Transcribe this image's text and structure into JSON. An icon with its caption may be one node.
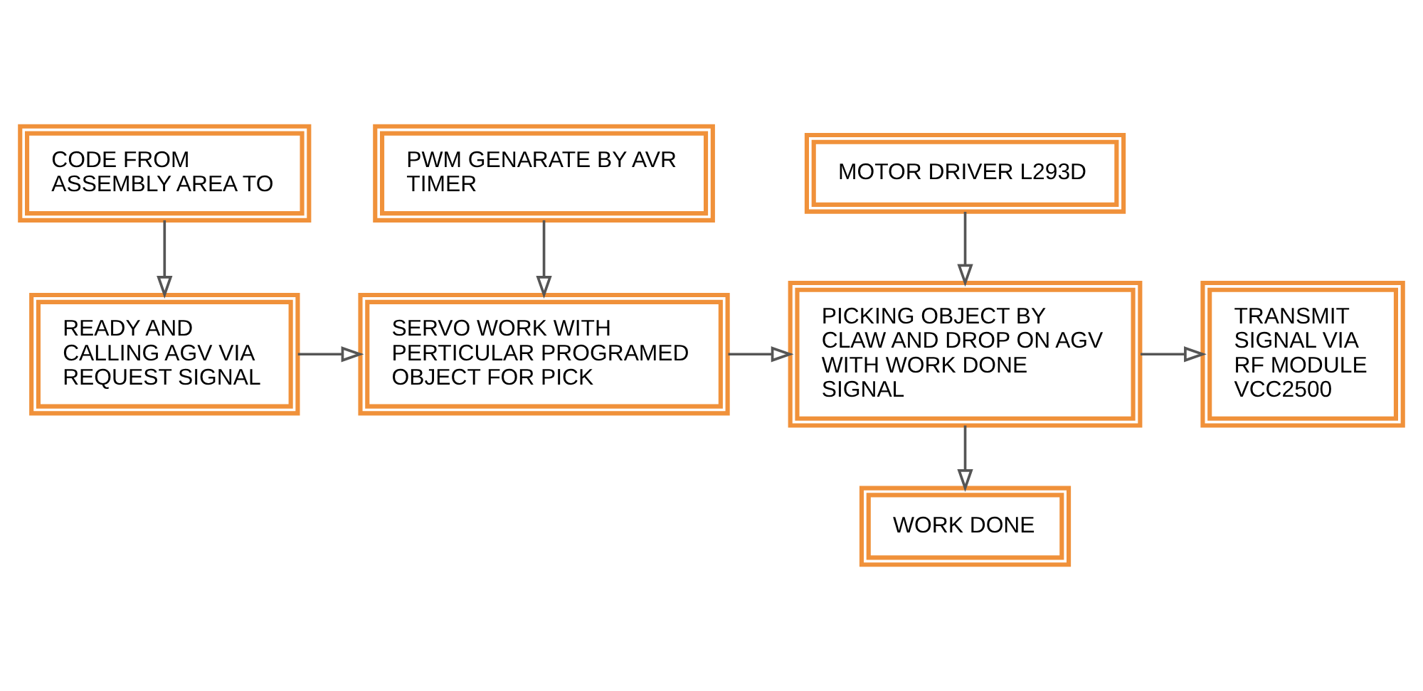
{
  "diagram": {
    "nodes": [
      {
        "text": [
          "CODE FROM ASSEMBLY AREA TO"
        ]
      },
      {
        "text": [
          "PWM GENARATE BY AVR TIMER"
        ]
      },
      {
        "text": [
          "MOTOR DRIVER L293D"
        ]
      },
      {
        "text": [
          "READY AND CALLING AGV VIA REQUEST SIGNAL"
        ]
      },
      {
        "text": [
          "SERVO WORK WITH PERTICULAR PROGRAMED OBJECT FOR PICK"
        ]
      },
      {
        "text": [
          "PICKING OBJECT BY CLAW AND DROP ON AGV WITH WORK DONE SIGNAL"
        ]
      },
      {
        "text": [
          "TRANSMIT SIGNAL VIA RF MODULE VCC2500"
        ]
      },
      {
        "text": [
          "WORK DONE"
        ]
      }
    ],
    "edges": [
      {
        "from": 0,
        "to": 3,
        "arrow": "to"
      },
      {
        "from": 1,
        "to": 4,
        "arrow": "to"
      },
      {
        "from": 2,
        "to": 5,
        "arrow": "to"
      },
      {
        "from": 3,
        "to": 4,
        "arrow": "to"
      },
      {
        "from": 4,
        "to": 5,
        "arrow": "to"
      },
      {
        "from": 5,
        "to": 6,
        "arrow": "to"
      },
      {
        "from": 5,
        "to": 7,
        "arrow": "to"
      }
    ]
  }
}
